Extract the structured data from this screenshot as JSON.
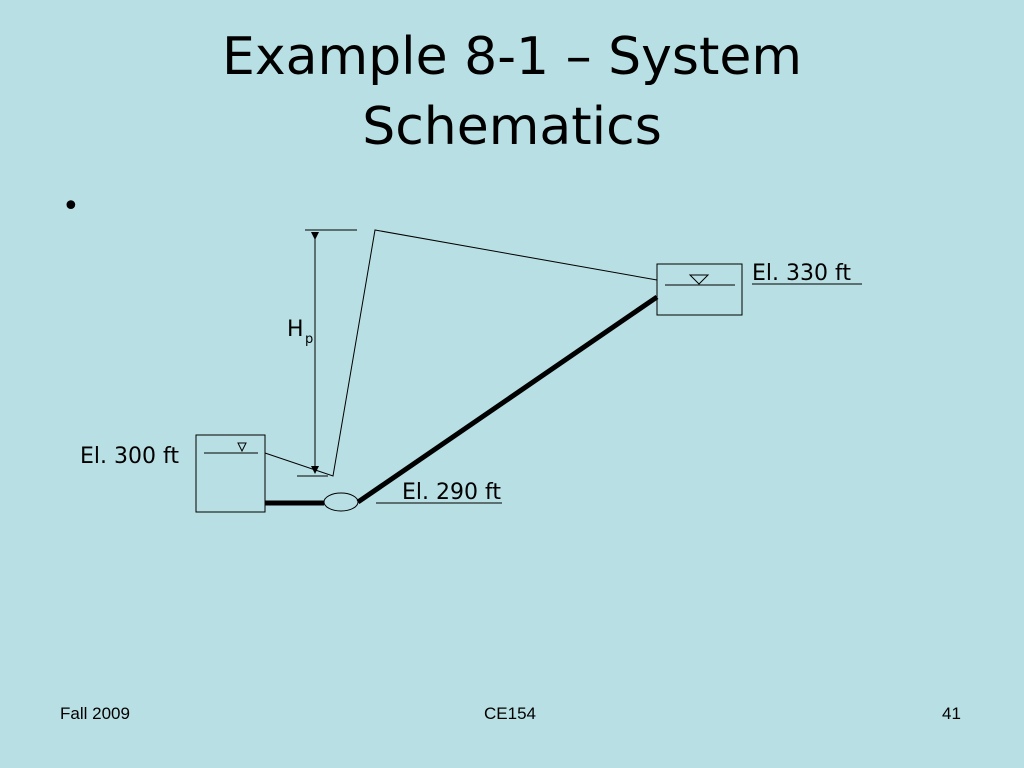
{
  "slide": {
    "title_line1": "Example 8-1 – System",
    "title_line2": "Schematics",
    "bullet": "•"
  },
  "diagram": {
    "hp_label": "H",
    "hp_subscript": "p",
    "upper_elevation": "El. 330 ft",
    "lower_elevation": "El. 300 ft",
    "pump_elevation": "El. 290 ft"
  },
  "footer": {
    "left": "Fall 2009",
    "center": "CE154",
    "right": "41"
  },
  "colors": {
    "background": "#b8dfe3",
    "line": "#000000"
  }
}
